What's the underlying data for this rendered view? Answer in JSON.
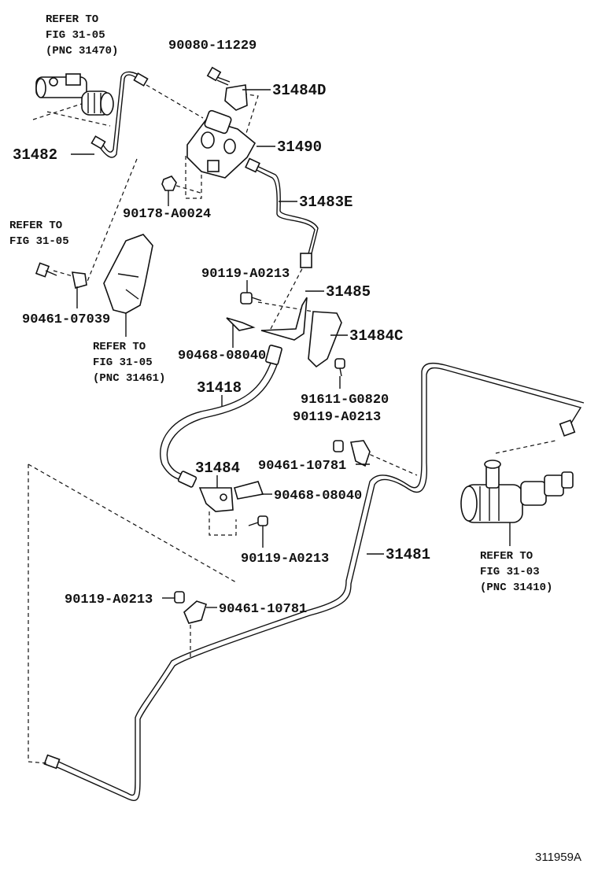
{
  "diagram_id": "311959A",
  "refs": {
    "r1": [
      "REFER TO",
      "FIG 31-05",
      "(PNC 31470)"
    ],
    "r2": [
      "REFER TO",
      "FIG 31-05"
    ],
    "r3": [
      "REFER TO",
      "FIG 31-05",
      "(PNC 31461)"
    ],
    "r4": [
      "REFER TO",
      "FIG 31-03",
      "(PNC 31410)"
    ]
  },
  "parts": {
    "p90080_11229": "90080-11229",
    "p31484D": "31484D",
    "p31490": "31490",
    "p31482": "31482",
    "p90178_A0024": "90178-A0024",
    "p31483E": "31483E",
    "p90119_A0213_a": "90119-A0213",
    "p31485": "31485",
    "p31484C": "31484C",
    "p90461_07039": "90461-07039",
    "p90468_08040_a": "90468-08040",
    "p31418": "31418",
    "p91611_G0820": "91611-G0820",
    "p90119_A0213_b": "90119-A0213",
    "p90461_10781_a": "90461-10781",
    "p31484": "31484",
    "p90468_08040_b": "90468-08040",
    "p90119_A0213_c": "90119-A0213",
    "p31481": "31481",
    "p90119_A0213_d": "90119-A0213",
    "p90461_10781_b": "90461-10781"
  },
  "icons": [
    "slave-cylinder-icon",
    "master-cylinder-icon",
    "valve-assembly-icon",
    "bracket-icon",
    "bolt-icon",
    "clip-icon",
    "clamp-icon",
    "hose-icon",
    "tube-icon"
  ]
}
